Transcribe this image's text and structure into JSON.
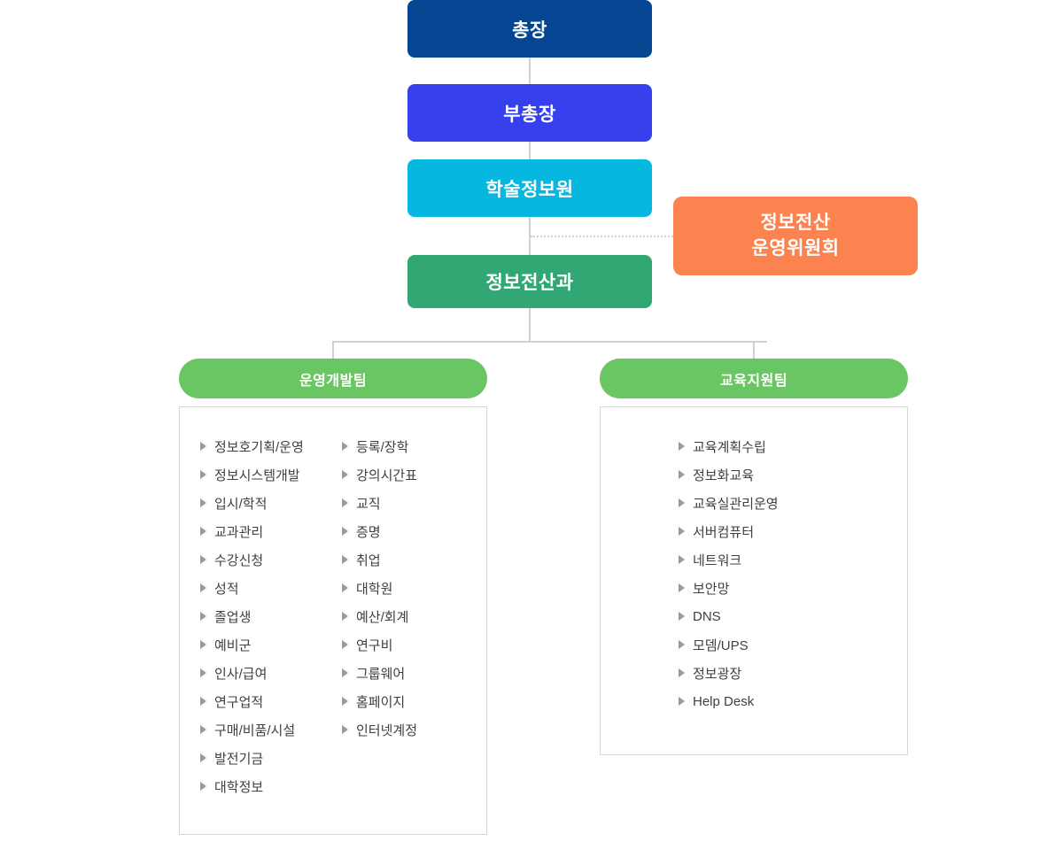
{
  "chart_data": {
    "type": "diagram",
    "title": "정보전산과 조직도",
    "orientation": "top-down"
  },
  "hierarchy": {
    "president": "총장",
    "vice_president": "부총장",
    "institute": "학술정보원",
    "department": "정보전산과",
    "committee_line1": "정보전산",
    "committee_line2": "운영위원회"
  },
  "teams": [
    {
      "name": "운영개발팀",
      "columns": [
        {
          "items": [
            "정보호기획/운영",
            "정보시스템개발",
            "입시/학적",
            "교과관리",
            "수강신청",
            "성적",
            "졸업생",
            "예비군",
            "인사/급여",
            "연구업적",
            "구매/비품/시설",
            "발전기금",
            "대학정보"
          ]
        },
        {
          "items": [
            "등록/장학",
            "강의시간표",
            "교직",
            "증명",
            "취업",
            "대학원",
            "예산/회계",
            "연구비",
            "그룹웨어",
            "홈페이지",
            "인터넷계정"
          ]
        }
      ]
    },
    {
      "name": "교육지원팀",
      "columns": [
        {
          "items": [
            "교육계획수립",
            "정보화교육",
            "교육실관리운영",
            "서버컴퓨터",
            "네트워크",
            "보안망",
            "DNS",
            "모뎀/UPS",
            "정보광장",
            "Help Desk"
          ]
        }
      ]
    }
  ],
  "colors": {
    "president": "#044691",
    "vice_president": "#3740ed",
    "institute": "#06b8e0",
    "department": "#31a873",
    "committee": "#fc834f",
    "team_pill": "#6ac663",
    "connector": "#cfd2d4",
    "box_border": "#d6d8da",
    "item_text": "#3f3f3f",
    "bullet": "#9a9a9a"
  }
}
